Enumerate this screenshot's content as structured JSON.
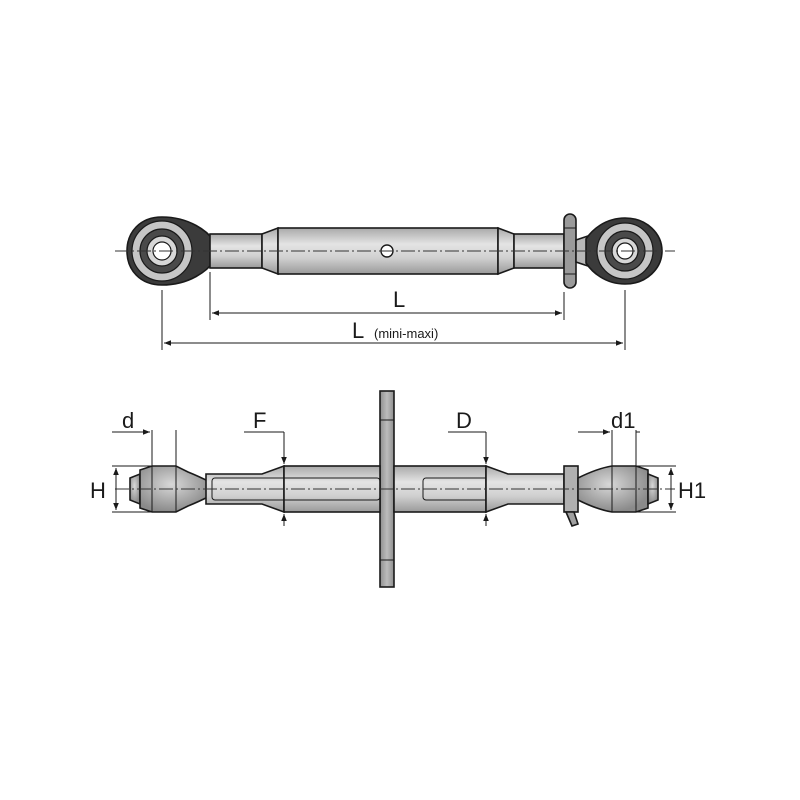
{
  "labels": {
    "length": "L",
    "length_total": "L",
    "length_total_note": "(mini-maxi)",
    "pin_diameter_left": "d",
    "pin_diameter_right": "d1",
    "thread": "F",
    "tube_diameter": "D",
    "height_left": "H",
    "height_right": "H1"
  },
  "colors": {
    "line": "#1a1a1a",
    "body": "#c8c8c8",
    "body_light": "#e2e2e2",
    "eye_dark": "#555555",
    "handle": "#8a8a8a"
  }
}
